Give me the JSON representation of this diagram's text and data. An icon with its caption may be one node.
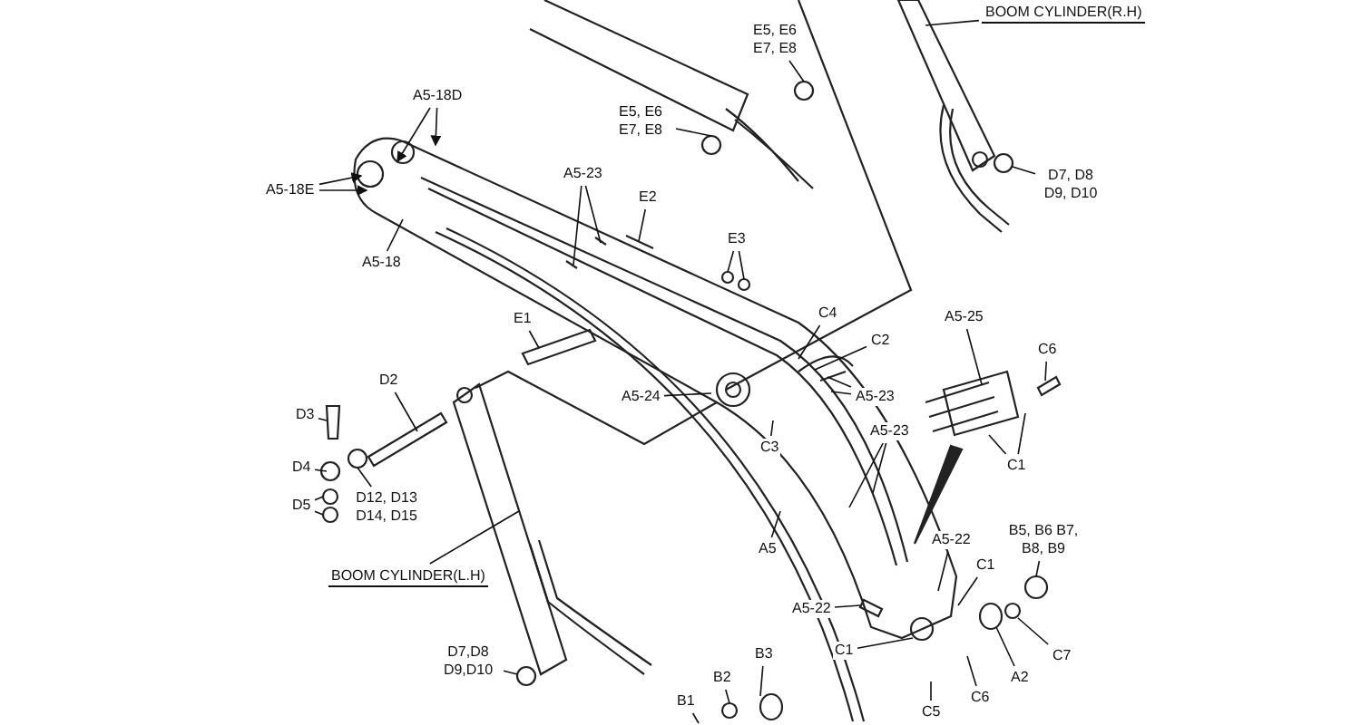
{
  "diagram": {
    "nodes": [
      {
        "text": [
          "BOOM CYLINDER(R.H)"
        ]
      },
      {
        "text": [
          "E5, E6 E7, E8"
        ]
      },
      {
        "text": [
          "A5-18D"
        ]
      },
      {
        "text": [
          "E5, E6 E7, E8"
        ]
      },
      {
        "text": [
          "D7, D8 D9, D10"
        ]
      },
      {
        "text": [
          "A5-23"
        ]
      },
      {
        "text": [
          "A5-18E"
        ]
      },
      {
        "text": [
          "E2"
        ]
      },
      {
        "text": [
          "A5-18"
        ]
      },
      {
        "text": [
          "E3"
        ]
      },
      {
        "text": [
          "C4"
        ]
      },
      {
        "text": [
          "E1"
        ]
      },
      {
        "text": [
          "C2"
        ]
      },
      {
        "text": [
          "A5-25"
        ]
      },
      {
        "text": [
          "C6"
        ]
      },
      {
        "text": [
          "D2"
        ]
      },
      {
        "text": [
          "A5-24"
        ]
      },
      {
        "text": [
          "A5-23"
        ]
      },
      {
        "text": [
          "D3"
        ]
      },
      {
        "text": [
          "C3"
        ]
      },
      {
        "text": [
          "A5-23"
        ]
      },
      {
        "text": [
          "D4"
        ]
      },
      {
        "text": [
          "C1"
        ]
      },
      {
        "text": [
          "D5"
        ]
      },
      {
        "text": [
          "D12, D13 D14, D15"
        ]
      },
      {
        "text": [
          "A5"
        ]
      },
      {
        "text": [
          "B5, B6 B7, B8, B9"
        ]
      },
      {
        "text": [
          "A5-22"
        ]
      },
      {
        "text": [
          "BOOM CYLINDER(L.H)"
        ]
      },
      {
        "text": [
          "C1"
        ]
      },
      {
        "text": [
          "A5-22"
        ]
      },
      {
        "text": [
          "D7,D8 D9,D10"
        ]
      },
      {
        "text": [
          "C1"
        ]
      },
      {
        "text": [
          "A2"
        ]
      },
      {
        "text": [
          "C7"
        ]
      },
      {
        "text": [
          "B3"
        ]
      },
      {
        "text": [
          "C6"
        ]
      },
      {
        "text": [
          "B2"
        ]
      },
      {
        "text": [
          "B1"
        ]
      },
      {
        "text": [
          "C5"
        ]
      }
    ],
    "edges": [
      {
        "from": 0,
        "to": null,
        "arrow": "none"
      },
      {
        "from": 1,
        "to": null,
        "arrow": "none"
      },
      {
        "from": 2,
        "to": null,
        "arrow": "to"
      },
      {
        "from": 2,
        "to": null,
        "arrow": "to"
      },
      {
        "from": 3,
        "to": null,
        "arrow": "none"
      },
      {
        "from": 4,
        "to": null,
        "arrow": "none"
      },
      {
        "from": 5,
        "to": null,
        "arrow": "none"
      },
      {
        "from": 5,
        "to": null,
        "arrow": "none"
      },
      {
        "from": 6,
        "to": null,
        "arrow": "to"
      },
      {
        "from": 6,
        "to": null,
        "arrow": "to"
      },
      {
        "from": 7,
        "to": null,
        "arrow": "none"
      },
      {
        "from": 8,
        "to": null,
        "arrow": "none"
      },
      {
        "from": 9,
        "to": null,
        "arrow": "none"
      },
      {
        "from": 9,
        "to": null,
        "arrow": "none"
      },
      {
        "from": 10,
        "to": null,
        "arrow": "none"
      },
      {
        "from": 11,
        "to": null,
        "arrow": "none"
      },
      {
        "from": 12,
        "to": null,
        "arrow": "none"
      },
      {
        "from": 13,
        "to": null,
        "arrow": "none"
      },
      {
        "from": 14,
        "to": null,
        "arrow": "none"
      },
      {
        "from": 15,
        "to": null,
        "arrow": "none"
      },
      {
        "from": 16,
        "to": null,
        "arrow": "none"
      },
      {
        "from": 17,
        "to": null,
        "arrow": "none"
      },
      {
        "from": 17,
        "to": null,
        "arrow": "none"
      },
      {
        "from": 18,
        "to": null,
        "arrow": "none"
      },
      {
        "from": 19,
        "to": null,
        "arrow": "none"
      },
      {
        "from": 20,
        "to": null,
        "arrow": "none"
      },
      {
        "from": 20,
        "to": null,
        "arrow": "none"
      },
      {
        "from": 21,
        "to": null,
        "arrow": "none"
      },
      {
        "from": 22,
        "to": null,
        "arrow": "none"
      },
      {
        "from": 22,
        "to": null,
        "arrow": "none"
      },
      {
        "from": 23,
        "to": null,
        "arrow": "none"
      },
      {
        "from": 23,
        "to": null,
        "arrow": "none"
      },
      {
        "from": 24,
        "to": null,
        "arrow": "none"
      },
      {
        "from": 25,
        "to": null,
        "arrow": "none"
      },
      {
        "from": 26,
        "to": null,
        "arrow": "none"
      },
      {
        "from": 27,
        "to": null,
        "arrow": "none"
      },
      {
        "from": 28,
        "to": null,
        "arrow": "none"
      },
      {
        "from": 29,
        "to": null,
        "arrow": "none"
      },
      {
        "from": 30,
        "to": null,
        "arrow": "none"
      },
      {
        "from": 31,
        "to": null,
        "arrow": "none"
      },
      {
        "from": 32,
        "to": null,
        "arrow": "none"
      },
      {
        "from": 33,
        "to": null,
        "arrow": "none"
      },
      {
        "from": 34,
        "to": null,
        "arrow": "none"
      },
      {
        "from": 35,
        "to": null,
        "arrow": "none"
      },
      {
        "from": 36,
        "to": null,
        "arrow": "none"
      },
      {
        "from": 37,
        "to": null,
        "arrow": "none"
      },
      {
        "from": 38,
        "to": null,
        "arrow": "none"
      },
      {
        "from": 39,
        "to": null,
        "arrow": "none"
      }
    ]
  }
}
